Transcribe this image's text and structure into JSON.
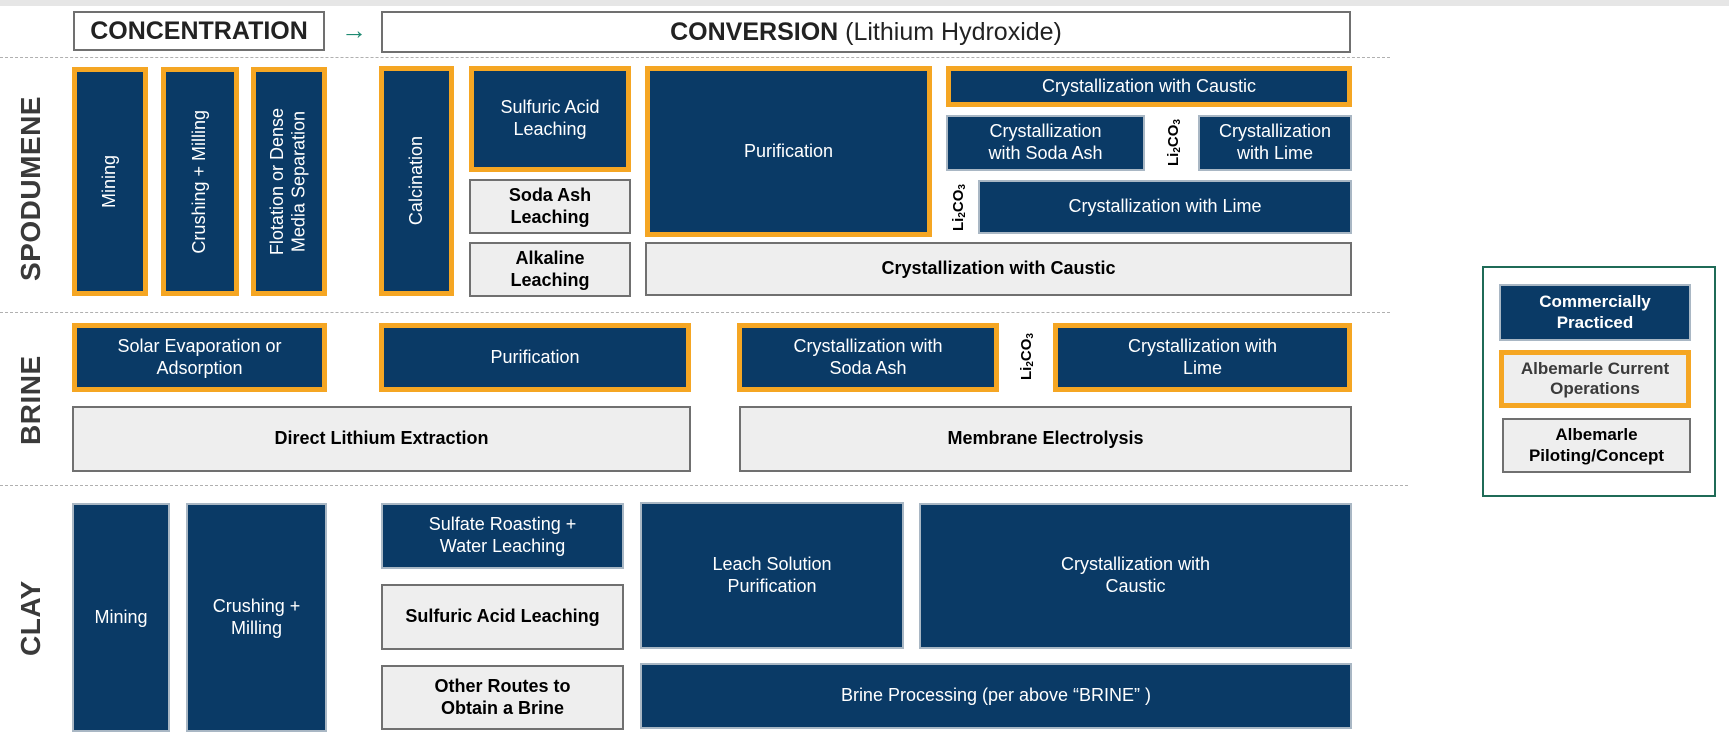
{
  "header": {
    "concentration": "CONCENTRATION",
    "conversion_main": "CONVERSION",
    "conversion_sub": " (Lithium Hydroxide)",
    "arrow": "→"
  },
  "rows": {
    "spodumene": "SPODUMENE",
    "brine": "BRINE",
    "clay": "CLAY"
  },
  "formula": {
    "li": "Li",
    "two": "2",
    "co": "CO",
    "three": "3"
  },
  "spodumene": {
    "mining": "Mining",
    "crushing": "Crushing + Milling",
    "flotation_1": "Flotation or Dense",
    "flotation_2": "Media Separation",
    "calcination": "Calcination",
    "sulfuric_1": "Sulfuric Acid",
    "sulfuric_2": "Leaching",
    "soda_ash_1": "Soda Ash",
    "soda_ash_2": "Leaching",
    "alkaline_1": "Alkaline",
    "alkaline_2": "Leaching",
    "purification": "Purification",
    "cryst_caustic_top": "Crystallization with Caustic",
    "cryst_soda_1": "Crystallization",
    "cryst_soda_2": "with Soda Ash",
    "cryst_lime_1": "Crystallization",
    "cryst_lime_2": "with Lime",
    "cryst_lime_wide": "Crystallization with Lime",
    "cryst_caustic_bottom": "Crystallization with Caustic"
  },
  "brine": {
    "solar_1": "Solar Evaporation or",
    "solar_2": "Adsorption",
    "purification": "Purification",
    "cryst_soda_1": "Crystallization with",
    "cryst_soda_2": "Soda Ash",
    "cryst_lime_1": "Crystallization with",
    "cryst_lime_2": "Lime",
    "dle": "Direct Lithium Extraction",
    "membrane": "Membrane Electrolysis"
  },
  "clay": {
    "mining": "Mining",
    "crushing_1": "Crushing +",
    "crushing_2": "Milling",
    "sulfate_1": "Sulfate Roasting +",
    "sulfate_2": "Water Leaching",
    "sulfuric": "Sulfuric Acid Leaching",
    "other_1": "Other Routes to",
    "other_2": "Obtain a Brine",
    "leach_1": "Leach Solution",
    "leach_2": "Purification",
    "cryst_1": "Crystallization with",
    "cryst_2": "Caustic",
    "brine_processing": "Brine Processing (per above “BRINE” )"
  },
  "legend": {
    "commercial_1": "Commercially",
    "commercial_2": "Practiced",
    "current_1": "Albemarle Current",
    "current_2": "Operations",
    "pilot_1": "Albemarle",
    "pilot_2": "Piloting/Concept"
  },
  "colors": {
    "navy": "#0a3a66",
    "orange": "#f5a623",
    "grey": "#eeeeee",
    "legend_border": "#1f6b57",
    "arrow": "#1f8a72"
  }
}
